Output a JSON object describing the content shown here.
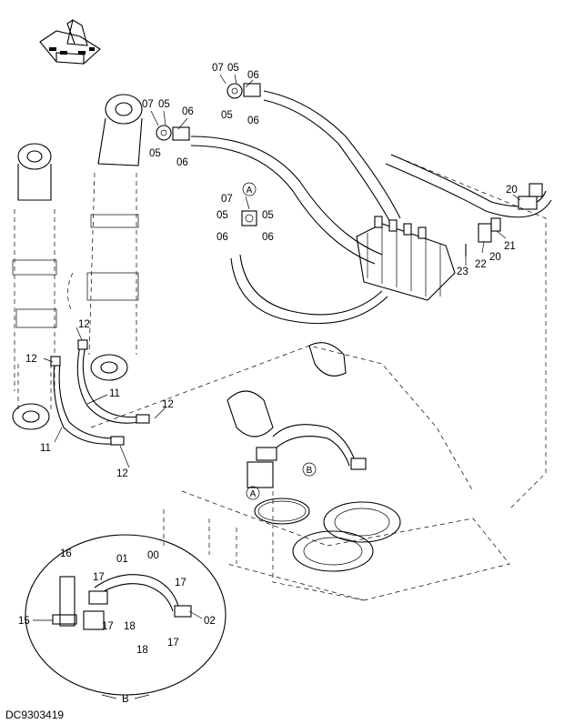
{
  "drawing_code": "DC9303419",
  "view_refs": {
    "a_top": "A",
    "a_bottom": "A",
    "b_main": "B",
    "b_detail": "B"
  },
  "part_numbers": {
    "n00": "00",
    "n01": "01",
    "n02": "02",
    "n05": "05",
    "n06": "06",
    "n07": "07",
    "n11": "11",
    "n12": "12",
    "n15": "15",
    "n16": "16",
    "n17": "17",
    "n18": "18",
    "n20": "20",
    "n21": "21",
    "n22": "22",
    "n23": "23"
  },
  "orientation_icon": "front-direction-arrow-icon"
}
